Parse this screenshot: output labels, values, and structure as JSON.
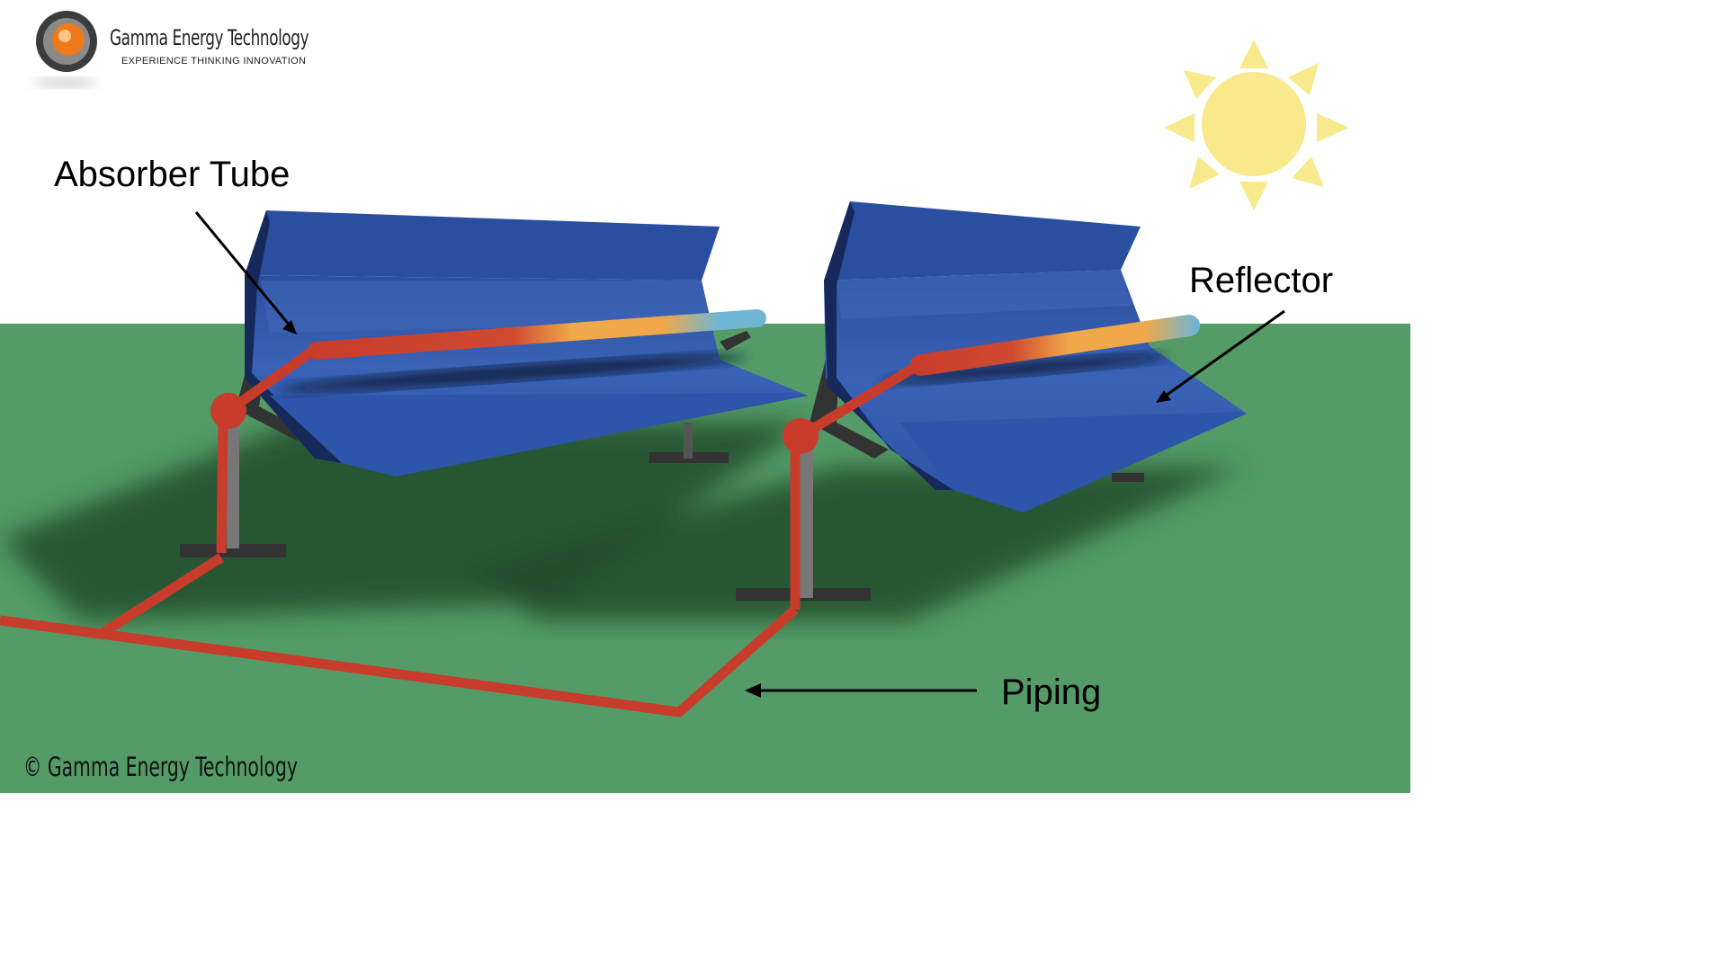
{
  "logo": {
    "name": "Gamma Energy Technology",
    "tagline": "EXPERIENCE   THINKING   INNOVATION"
  },
  "labels": {
    "absorber_tube": "Absorber Tube",
    "reflector": "Reflector",
    "piping": "Piping"
  },
  "copyright": "© Gamma Energy Technology",
  "colors": {
    "sky": "#ffffff",
    "ground": "#549b67",
    "shadow": "#224a2a",
    "reflector": "#2f55a8",
    "pipe": "#c83c2c",
    "tube_hot": "#f0a84a",
    "tube_cool": "#6fb6d4",
    "sun": "#f7e98c"
  },
  "icons": [
    "sun-icon",
    "logo-icon"
  ]
}
